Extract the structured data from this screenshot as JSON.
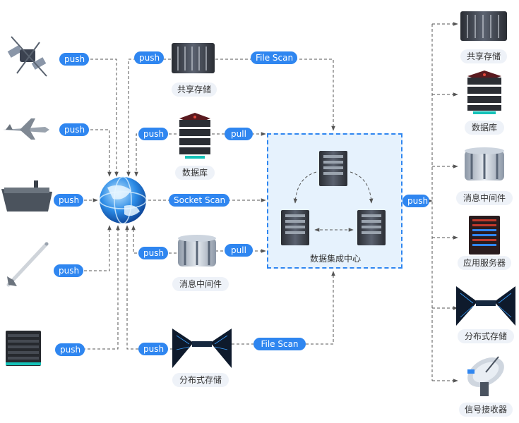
{
  "edge_labels": {
    "push": "push",
    "pull": "pull",
    "file_scan": "File Scan",
    "socket_scan": "Socket Scan"
  },
  "nodes": {
    "shared_storage": "共享存储",
    "database": "数据库",
    "message_middleware": "消息中间件",
    "distributed_storage": "分布式存储",
    "app_server": "应用服务器",
    "signal_receiver": "信号接收器",
    "data_center": "数据集成中心"
  },
  "colors": {
    "accent": "#2f86f0",
    "center_fill": "#e6f2fd",
    "line": "#555555",
    "caption_bg": "#eef2f8"
  }
}
